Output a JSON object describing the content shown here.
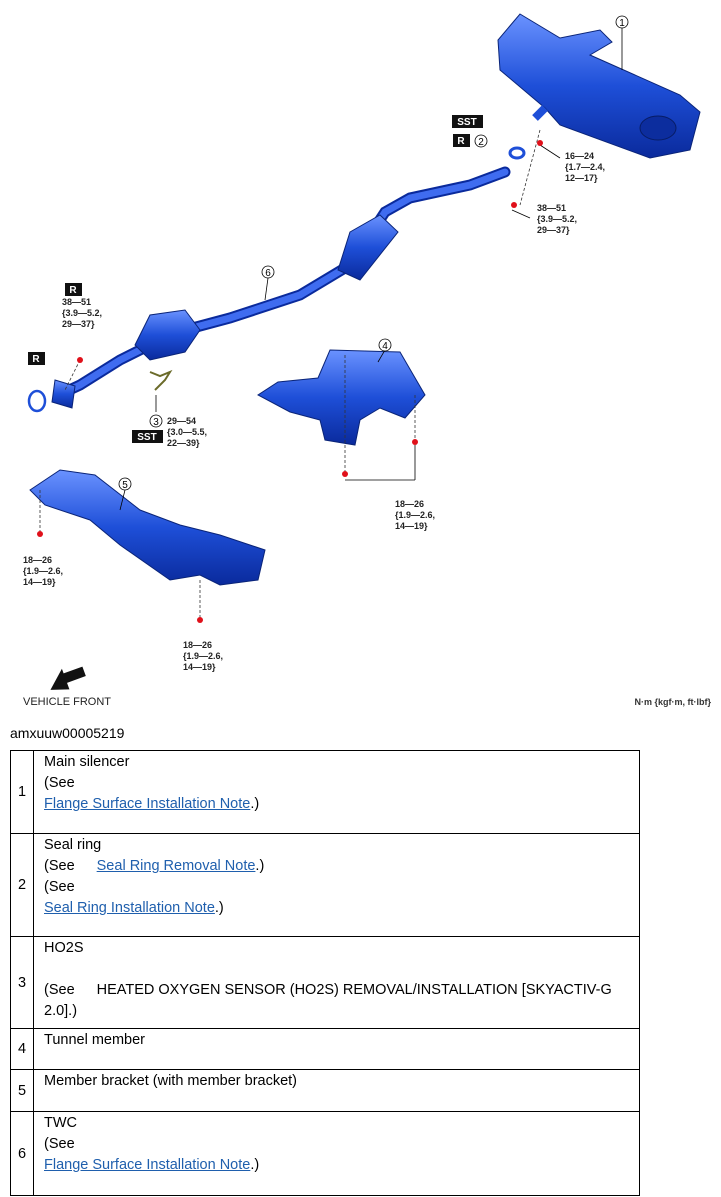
{
  "figure": {
    "id": "amxuuw00005219",
    "vehicle_front": "VEHICLE FRONT",
    "units": "N·m {kgf·m, ft·lbf}",
    "tags": {
      "sst": "SST",
      "r": "R"
    },
    "callout_numbers": [
      "1",
      "2",
      "3",
      "4",
      "5",
      "6"
    ],
    "torque": {
      "t1": [
        "16—24",
        "{1.7—2.4,",
        "12—17}"
      ],
      "t2": [
        "38—51",
        "{3.9—5.2,",
        "29—37}"
      ],
      "t3": [
        "38—51",
        "{3.9—5.2,",
        "29—37}"
      ],
      "t4": [
        "29—54",
        "{3.0—5.5,",
        "22—39}"
      ],
      "t5": [
        "18—26",
        "{1.9—2.6,",
        "14—19}"
      ],
      "t6": [
        "18—26",
        "{1.9—2.6,",
        "14—19}"
      ],
      "t7": [
        "18—26",
        "{1.9—2.6,",
        "14—19}"
      ]
    }
  },
  "parts": [
    {
      "num": "1",
      "name": "Main silencer",
      "see": "(See",
      "link": "Flange Surface Installation Note",
      "tail": ".)"
    },
    {
      "num": "2",
      "name": "Seal ring",
      "see1": "(See",
      "link1": "Seal Ring Removal Note",
      "tail1": ".)",
      "see2": "(See",
      "link2": "Seal Ring Installation Note",
      "tail2": ".)"
    },
    {
      "num": "3",
      "name": "HO2S",
      "see": "(See",
      "ref": "HEATED OXYGEN SENSOR (HO2S) REMOVAL/INSTALLATION [SKYACTIV-G 2.0].)"
    },
    {
      "num": "4",
      "name": "Tunnel member"
    },
    {
      "num": "5",
      "name": "Member bracket (with member bracket)"
    },
    {
      "num": "6",
      "name": "TWC",
      "see": "(See",
      "link": "Flange Surface Installation Note",
      "tail": ".)"
    }
  ]
}
